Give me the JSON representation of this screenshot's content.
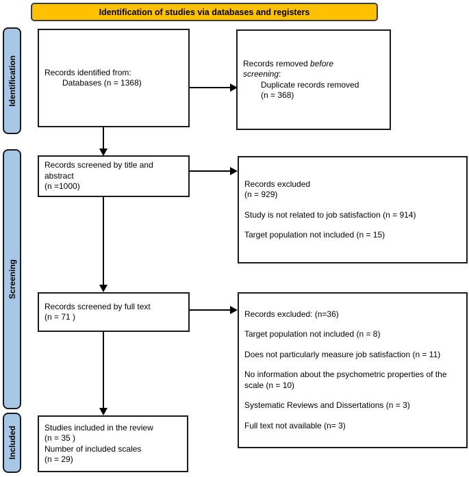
{
  "colors": {
    "banner_bg": "#FFC000",
    "banner_border": "#3d3d3d",
    "stage_bg": "#A8C6E6",
    "box_border": "#1a1a1a",
    "arrow": "#000000"
  },
  "banner": {
    "label": "Identification of studies via databases and registers"
  },
  "stages": [
    {
      "label": "Identification"
    },
    {
      "label": "Screening"
    },
    {
      "label": "Included"
    }
  ],
  "boxes": {
    "identified": {
      "rows": [
        {
          "text": "Records identified from:"
        },
        {
          "text": "Databases (n = 1368)",
          "indent": true
        }
      ]
    },
    "removed_before_screening": {
      "rows": [
        {
          "parts": [
            {
              "t": "Records removed "
            },
            {
              "t": "before",
              "i": true
            }
          ]
        },
        {
          "parts": [
            {
              "t": "screening",
              "i": true
            },
            {
              "t": ":"
            }
          ]
        },
        {
          "text": "Duplicate records removed",
          "indent": true
        },
        {
          "text": "(n = 368)",
          "indent": true
        }
      ]
    },
    "screened_title_abstract": {
      "rows": [
        {
          "text": "Records screened by title and abstract"
        },
        {
          "text": "(n =1000)"
        }
      ]
    },
    "excluded_title_abstract": {
      "rows": [
        {
          "text": "Records excluded"
        },
        {
          "text": "(n = 929)"
        },
        {
          "text": "Study is not related to job satisfaction (n = 914)",
          "gap": true
        },
        {
          "text": "Target population not included (n = 15)",
          "gap": true
        }
      ]
    },
    "screened_full_text": {
      "rows": [
        {
          "text": "Records screened by full text"
        },
        {
          "text": "(n = 71 )"
        }
      ]
    },
    "excluded_full_text": {
      "rows": [
        {
          "text": "Records excluded: (n=36)"
        },
        {
          "text": "Target population not included (n = 8)",
          "gap": true
        },
        {
          "text": "Does not particularly measure job satisfaction (n = 11)",
          "gap": true
        },
        {
          "text": "No information about the psychometric properties of the scale (n = 10)",
          "gap": true
        },
        {
          "text": "Systematic Reviews and Dissertations (n = 3)",
          "gap": true
        },
        {
          "text": "Full text not available (n= 3)",
          "gap": true
        }
      ]
    },
    "included_review": {
      "rows": [
        {
          "text": "Studies included in the review"
        },
        {
          "text": "(n = 35 )"
        },
        {
          "text": "Number of included scales"
        },
        {
          "text": "(n = 29)"
        }
      ]
    }
  }
}
